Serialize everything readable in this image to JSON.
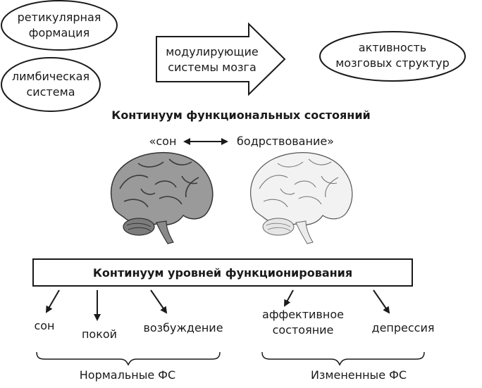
{
  "inputs": {
    "reticular": "ретикулярная формация",
    "reticular_line1": "ретикулярная",
    "reticular_line2": "формация",
    "limbic": "лимбическая система",
    "limbic_line1": "лимбическая",
    "limbic_line2": "система"
  },
  "modulating": {
    "line1": "модулирующие",
    "line2": "системы мозга"
  },
  "activity": {
    "line1": "активность",
    "line2": "мозговых структур"
  },
  "continuum_states": {
    "title": "Континуум функциональных  состояний",
    "left": "«сон",
    "right": "бодрствование»"
  },
  "continuum_levels": {
    "title": "Континуум уровней функционирования"
  },
  "normal_states": [
    "сон",
    "покой",
    "возбуждение"
  ],
  "altered_states": [
    "аффективное состояние",
    "депрессия"
  ],
  "altered_line1": "аффективное",
  "altered_line2": "состояние",
  "groups": {
    "normal": "Нормальные ФС",
    "altered": "Измененные ФС"
  },
  "colors": {
    "ink": "#1a1a1a",
    "brain_dark": "#8c8c8c",
    "brain_light": "#e8e8e8"
  }
}
